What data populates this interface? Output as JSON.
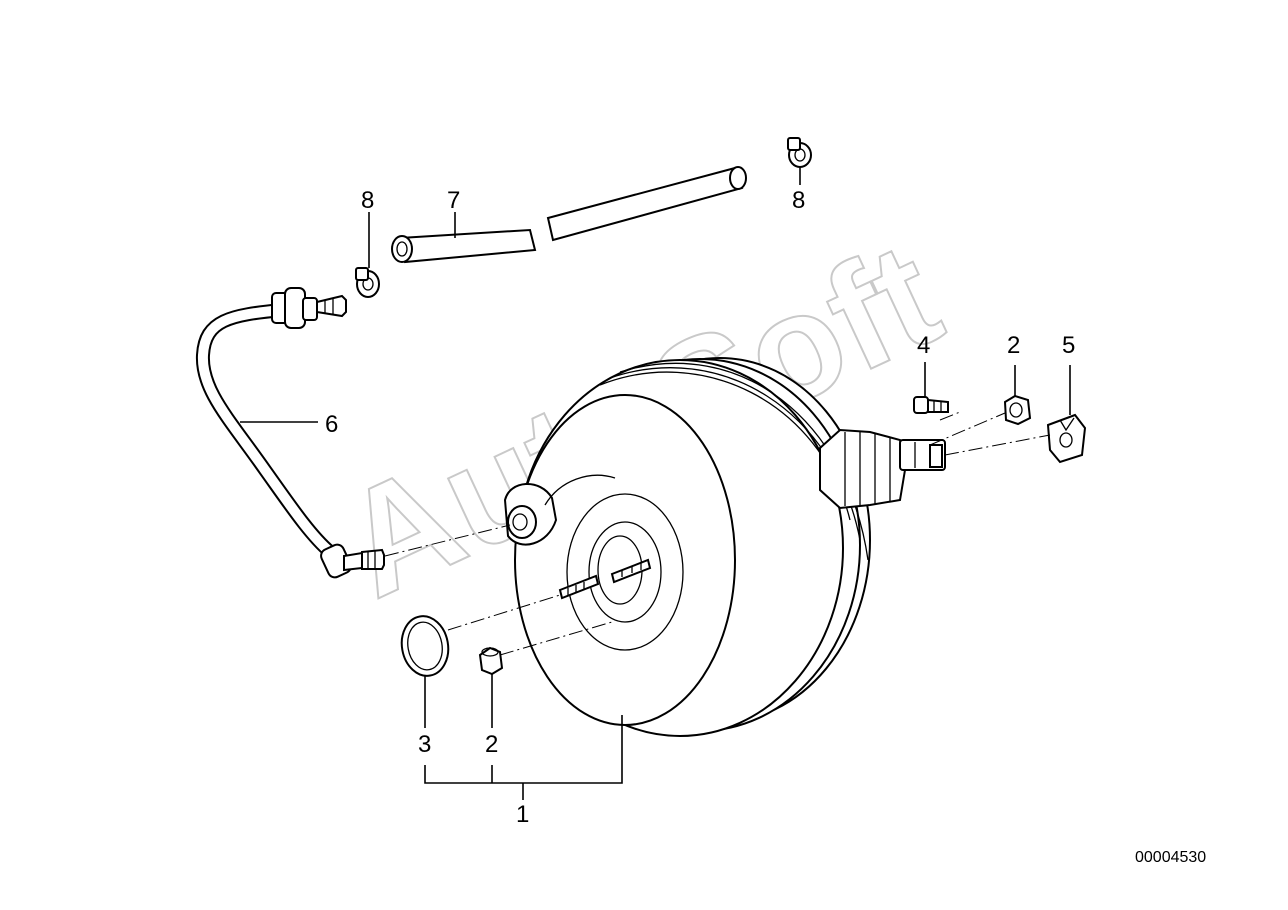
{
  "diagram": {
    "watermark": "AutoSoft",
    "document_number": "00004530",
    "callouts": [
      {
        "id": "callout-1",
        "label": "1"
      },
      {
        "id": "callout-2-bottom",
        "label": "2"
      },
      {
        "id": "callout-2-top",
        "label": "2"
      },
      {
        "id": "callout-3",
        "label": "3"
      },
      {
        "id": "callout-4",
        "label": "4"
      },
      {
        "id": "callout-5",
        "label": "5"
      },
      {
        "id": "callout-6",
        "label": "6"
      },
      {
        "id": "callout-7",
        "label": "7"
      },
      {
        "id": "callout-8-left",
        "label": "8"
      },
      {
        "id": "callout-8-right",
        "label": "8"
      }
    ]
  }
}
